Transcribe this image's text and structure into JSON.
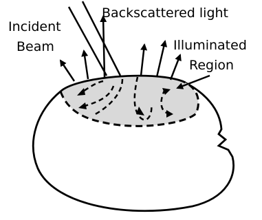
{
  "labels": {
    "incident_line1": "Incident",
    "incident_line2": "Beam",
    "backscattered": "Backscattered light",
    "illuminated_line1": "Illuminated",
    "illuminated_line2": "Region"
  },
  "colors": {
    "ink": "#000000",
    "region_fill": "#d9d9d9",
    "background": "#ffffff"
  }
}
